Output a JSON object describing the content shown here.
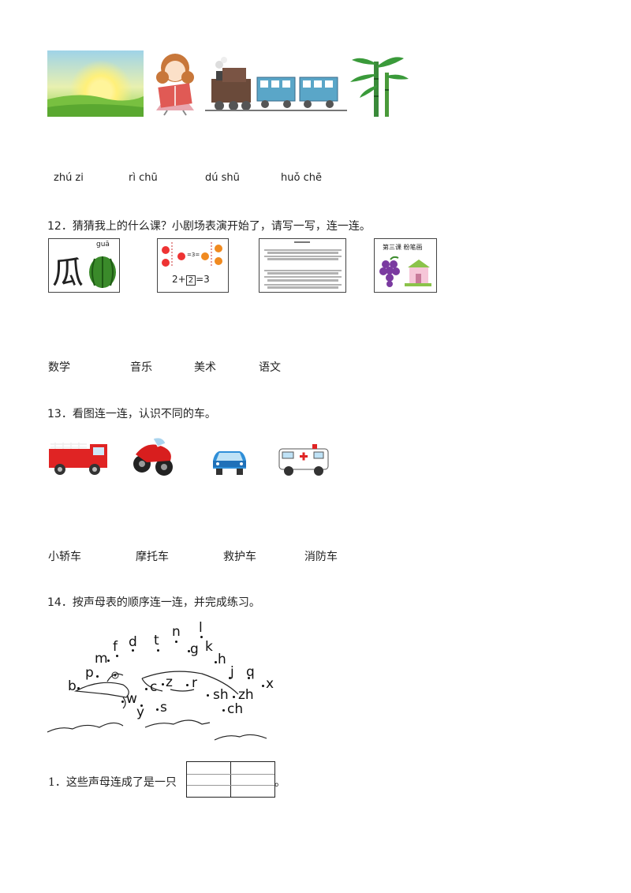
{
  "pinyin": [
    "zhú zi",
    "rì chū",
    "dú shū",
    "huǒ chē"
  ],
  "q12": {
    "title": "12．猜猜我上的什么课？小剧场表演开始了，请写一写，连一连。",
    "card1": {
      "char": "瓜",
      "pinyin": "guā"
    },
    "card2": {
      "equation": "2+",
      "box": "2",
      "rest": "=3",
      "mini": "=3="
    },
    "card4": {
      "title": "第三课 粉笔画"
    },
    "subjects": [
      "数学",
      "音乐",
      "美术",
      "语文"
    ]
  },
  "q13": {
    "title": "13．看图连一连，认识不同的车。",
    "labels": [
      "小轿车",
      "摩托车",
      "救护车",
      "消防车"
    ]
  },
  "q14": {
    "title": "14．按声母表的顺序连一连，并完成练习。",
    "letters": [
      "b",
      "p",
      "m",
      "f",
      "d",
      "t",
      "n",
      "l",
      "g",
      "k",
      "h",
      "j",
      "q",
      "x",
      "zh",
      "ch",
      "sh",
      "r",
      "z",
      "c",
      "s",
      "y",
      "w"
    ],
    "sub1_prefix": "1．这些声母连成了是一只",
    "sub1_suffix": "。"
  },
  "colors": {
    "train": "#5aa6c8",
    "sun": "#f6e35a",
    "grass": "#7fc24a",
    "bamboo": "#3a8a3a"
  }
}
